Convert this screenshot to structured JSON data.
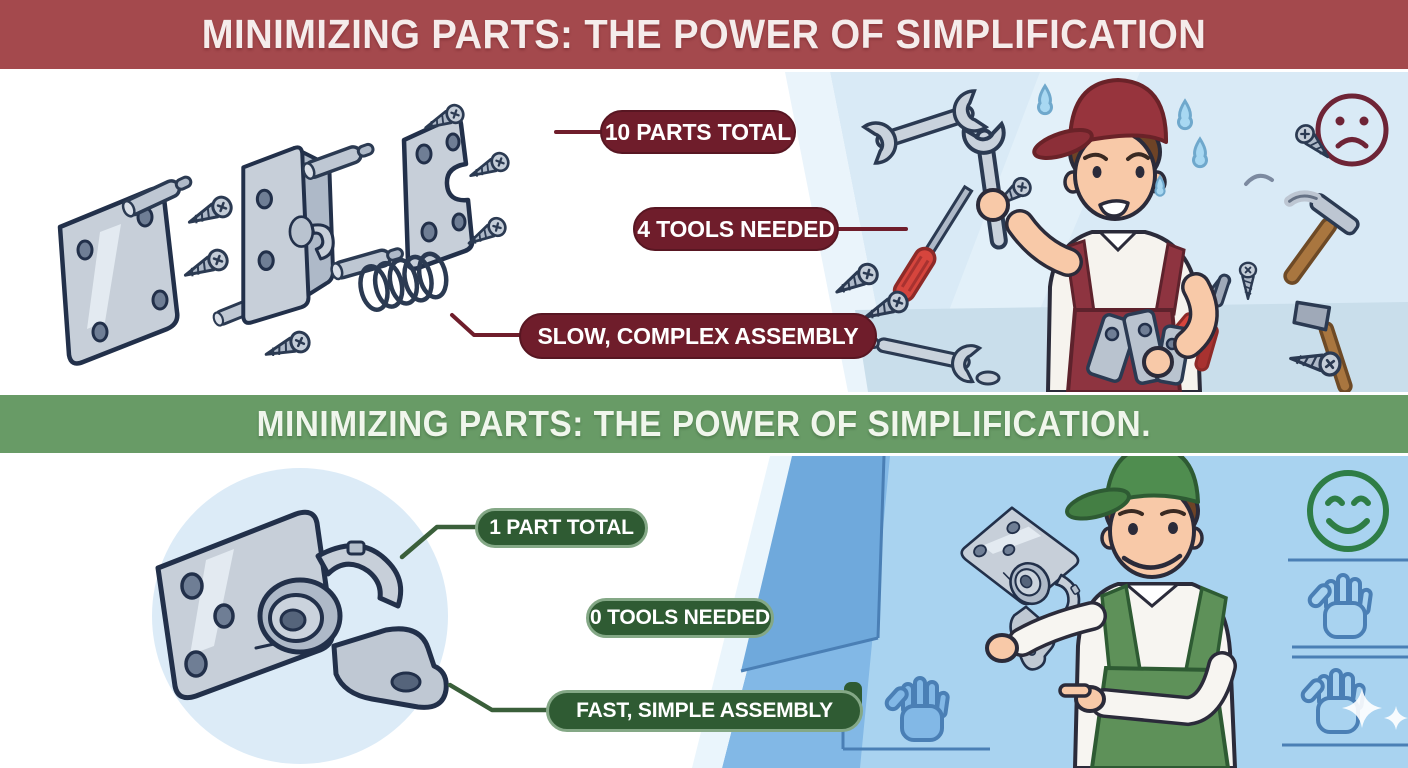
{
  "top_section": {
    "banner": {
      "text": "MINIMIZING PARTS: THE POWER OF SIMPLIFICATION"
    },
    "callouts": [
      {
        "label": "10 PARTS TOTAL"
      },
      {
        "label": "4 TOOLS NEEDED"
      },
      {
        "label": "SLOW, COMPLEX ASSEMBLY"
      }
    ],
    "scene": {
      "mood_icon": "sad-face",
      "worker": "stressed-worker-red-cap",
      "exploded_parts": [
        "flat-plate",
        "latch-bracket",
        "notched-plate",
        "pin",
        "pin",
        "pin",
        "screw",
        "screw",
        "screw",
        "spring"
      ],
      "tool_icons": [
        "wrench",
        "screwdriver",
        "pliers",
        "claw-hammer",
        "cross-peen-hammer",
        "screw",
        "washer"
      ]
    }
  },
  "bottom_section": {
    "banner": {
      "text": "MINIMIZING PARTS: THE POWER OF SIMPLIFICATION."
    },
    "callouts": [
      {
        "label": "1 PART TOTAL"
      },
      {
        "label": "0 TOOLS NEEDED"
      },
      {
        "label": "FAST, SIMPLE ASSEMBLY"
      }
    ],
    "scene": {
      "mood_icon": "happy-face",
      "worker": "happy-worker-green-cap",
      "part": "consolidated-single-bracket",
      "motif_icons": [
        "hand",
        "hand",
        "hand",
        "sparkle"
      ]
    }
  },
  "colors": {
    "top_banner_bg": "#A4494D",
    "top_callout_bg": "#6F1D2B",
    "bottom_banner_bg": "#689B66",
    "bottom_callout_bg": "#2F5B33",
    "callout_text": "#FFFFFF",
    "top_scene_bg": "#D9EAF6",
    "bottom_scene_bg": "#A9D3F0",
    "metal": "#C7CFD9",
    "outline": "#2B3A52"
  }
}
